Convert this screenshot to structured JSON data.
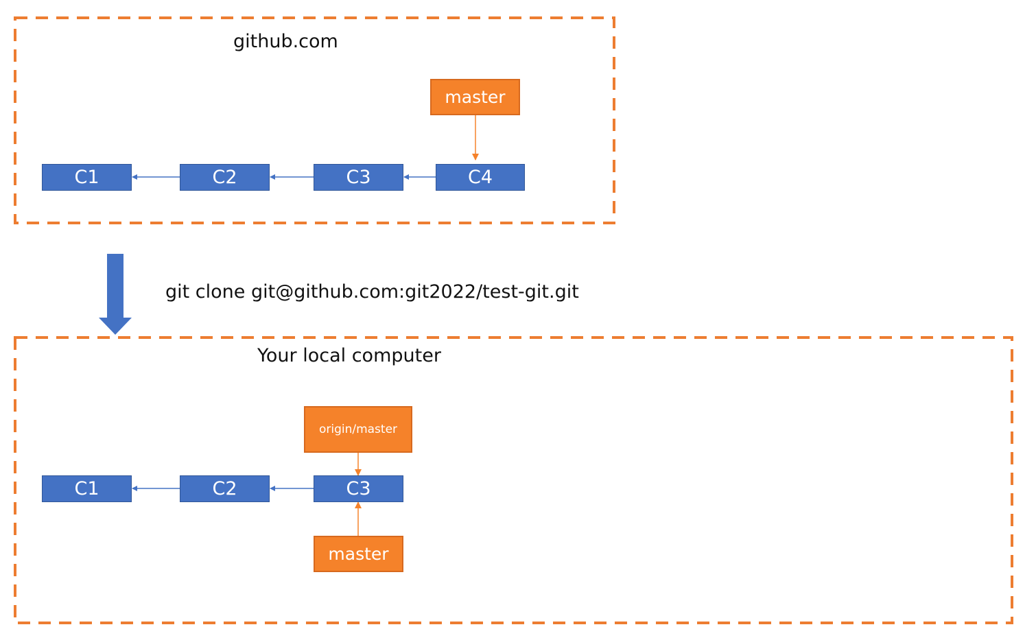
{
  "colors": {
    "frame": "#ED7D31",
    "commit_fill": "#4472C4",
    "commit_border": "#2F5597",
    "branch_fill": "#F5822A",
    "branch_border": "#D7691E",
    "arrow_commit": "#4472C4",
    "arrow_branch": "#F5822A",
    "clone_arrow": "#4472C4"
  },
  "remote": {
    "title": "github.com",
    "commits": [
      "C1",
      "C2",
      "C3",
      "C4"
    ],
    "branch": "master"
  },
  "clone": {
    "command": "git clone git@github.com:git2022/test-git.git"
  },
  "local": {
    "title": "Your local computer",
    "commits": [
      "C1",
      "C2",
      "C3"
    ],
    "remote_branch": "origin/master",
    "branch": "master"
  }
}
